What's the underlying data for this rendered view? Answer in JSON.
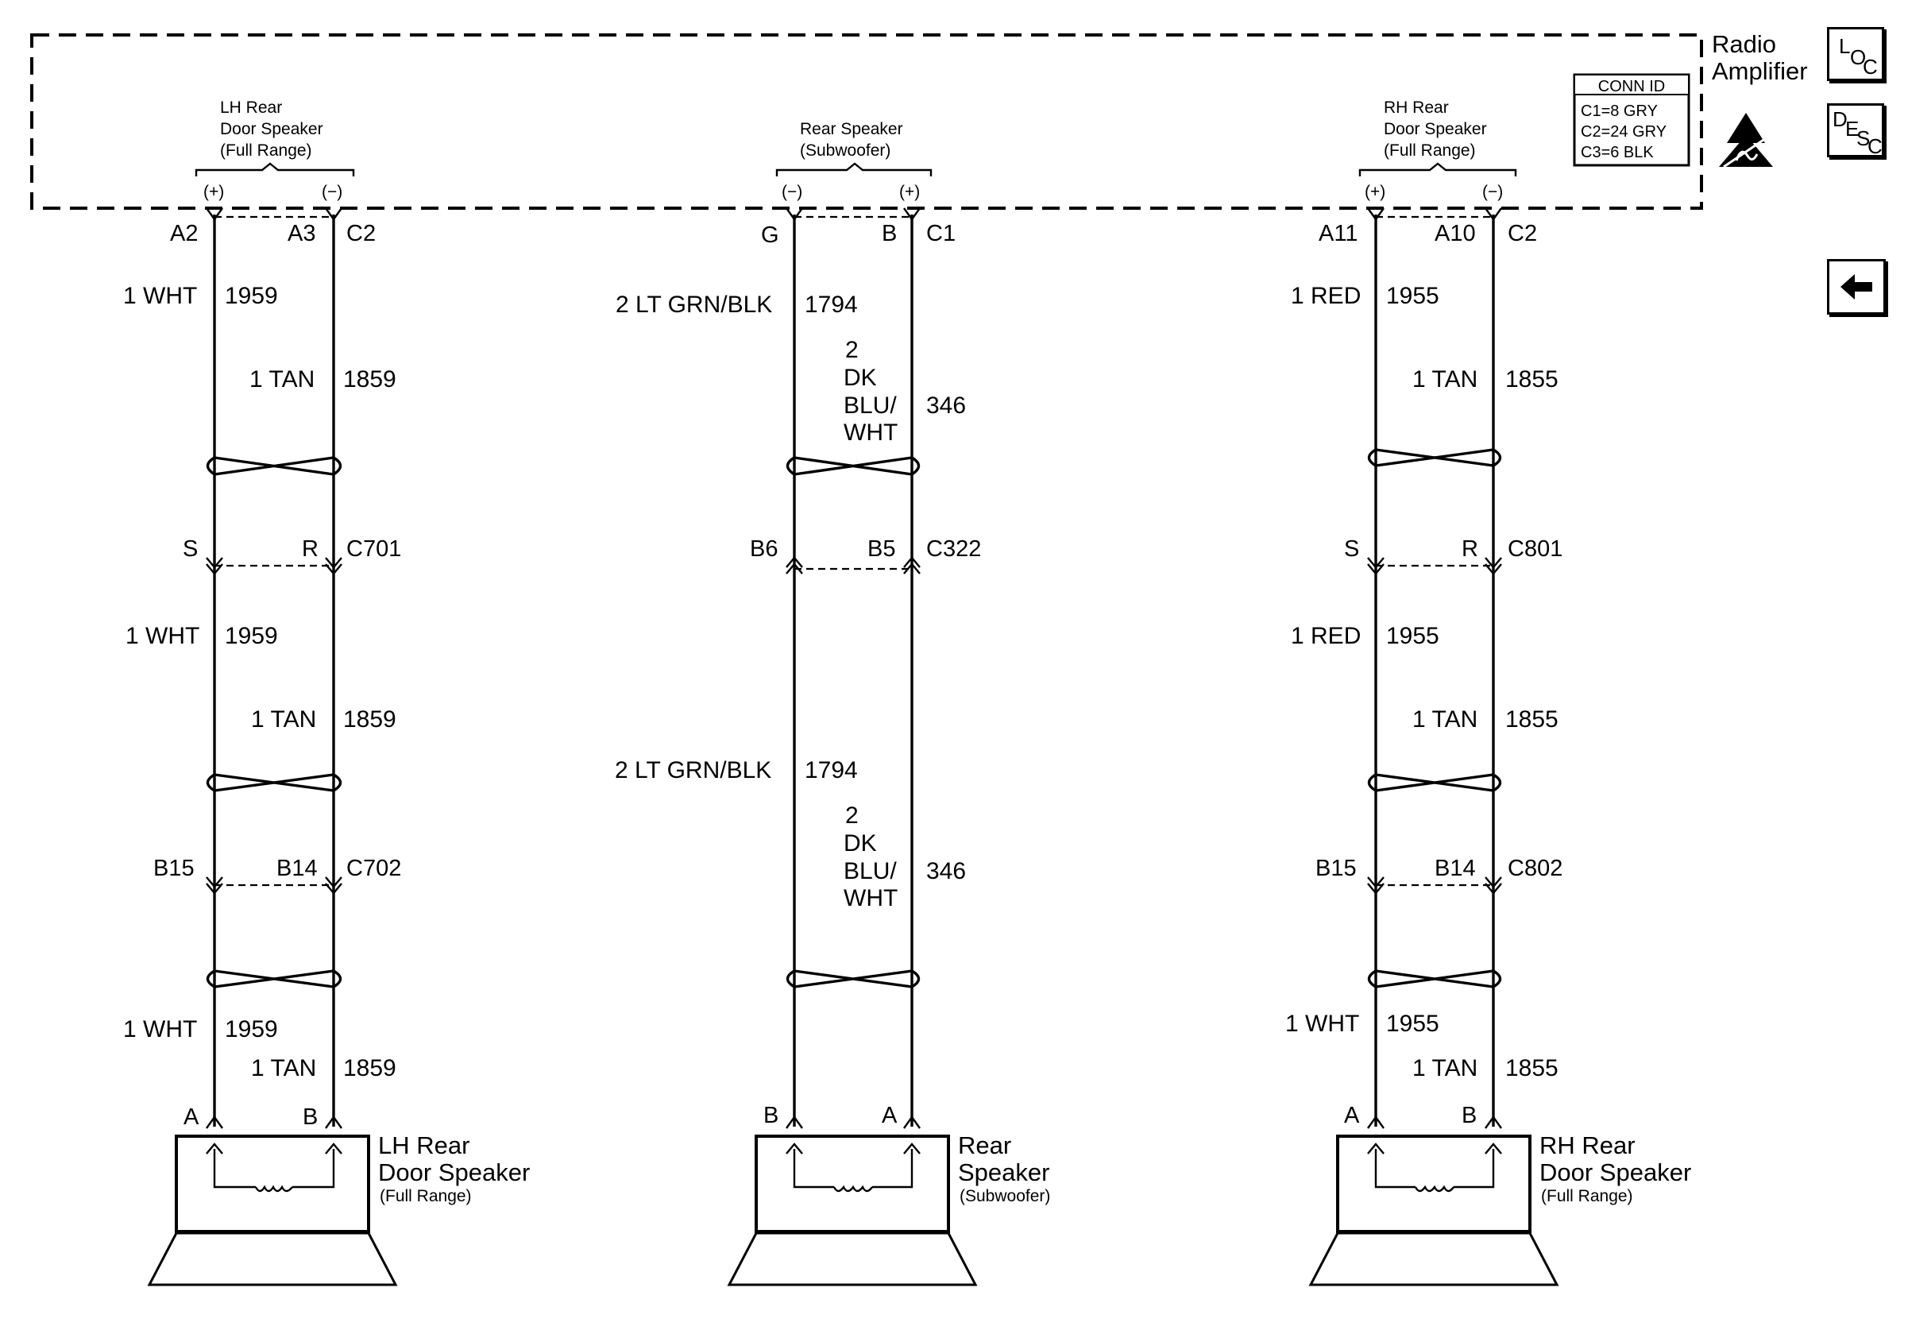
{
  "component": {
    "title_line1": "Radio",
    "title_line2": "Amplifier"
  },
  "conn_id": {
    "header": "CONN ID",
    "rows": [
      "C1=8 GRY",
      "C2=24 GRY",
      "C3=6 BLK"
    ]
  },
  "nav": {
    "loc": {
      "l1": "L",
      "l2": "O",
      "l3": "C"
    },
    "desc": {
      "l1": "D",
      "l2": "E",
      "l3": "S",
      "l4": "C"
    },
    "back_icon": "left-arrow-icon"
  },
  "internal_labels": {
    "left": {
      "l1": "LH Rear",
      "l2": "Door Speaker",
      "l3": "(Full Range)",
      "pos": "(+)",
      "neg": "(−)"
    },
    "middle": {
      "l1": "Rear Speaker",
      "l2": "(Subwoofer)",
      "neg": "(−)",
      "pos": "(+)"
    },
    "right": {
      "l1": "RH Rear",
      "l2": "Door Speaker",
      "l3": "(Full Range)",
      "pos": "(+)",
      "neg": "(−)"
    }
  },
  "left": {
    "top_pins": {
      "a": "A2",
      "b": "A3",
      "conn": "C2"
    },
    "seg1": {
      "wire_a": "1 WHT",
      "circuit_a": "1959",
      "wire_b": "1 TAN",
      "circuit_b": "1859"
    },
    "c_mid": {
      "a": "S",
      "b": "R",
      "conn": "C701"
    },
    "seg2": {
      "wire_a": "1 WHT",
      "circuit_a": "1959",
      "wire_b": "1 TAN",
      "circuit_b": "1859"
    },
    "c_low": {
      "a": "B15",
      "b": "B14",
      "conn": "C702"
    },
    "seg3": {
      "wire_a": "1 WHT",
      "circuit_a": "1959",
      "wire_b": "1 TAN",
      "circuit_b": "1859"
    },
    "spk_pins": {
      "a": "A",
      "b": "B"
    },
    "speaker": {
      "l1": "LH Rear",
      "l2": "Door Speaker",
      "l3": "(Full Range)"
    }
  },
  "middle": {
    "top_pins": {
      "a": "G",
      "b": "B",
      "conn": "C1"
    },
    "seg1": {
      "wire_a": "2 LT GRN/BLK",
      "circuit_a": "1794",
      "wire_b1": "2",
      "wire_b2": "DK",
      "wire_b3": "BLU/",
      "wire_b4": "WHT",
      "circuit_b": "346"
    },
    "c_mid": {
      "a": "B6",
      "b": "B5",
      "conn": "C322"
    },
    "seg2": {
      "wire_a": "2 LT GRN/BLK",
      "circuit_a": "1794",
      "wire_b1": "2",
      "wire_b2": "DK",
      "wire_b3": "BLU/",
      "wire_b4": "WHT",
      "circuit_b": "346"
    },
    "spk_pins": {
      "a": "B",
      "b": "A"
    },
    "speaker": {
      "l1": "Rear",
      "l2": "Speaker",
      "l3": "(Subwoofer)"
    }
  },
  "right": {
    "top_pins": {
      "a": "A11",
      "b": "A10",
      "conn": "C2"
    },
    "seg1": {
      "wire_a": "1 RED",
      "circuit_a": "1955",
      "wire_b": "1 TAN",
      "circuit_b": "1855"
    },
    "c_mid": {
      "a": "S",
      "b": "R",
      "conn": "C801"
    },
    "seg2": {
      "wire_a": "1 RED",
      "circuit_a": "1955",
      "wire_b": "1 TAN",
      "circuit_b": "1855"
    },
    "c_low": {
      "a": "B15",
      "b": "B14",
      "conn": "C802"
    },
    "seg3": {
      "wire_a": "1 WHT",
      "circuit_a": "1955",
      "wire_b": "1 TAN",
      "circuit_b": "1855"
    },
    "spk_pins": {
      "a": "A",
      "b": "B"
    },
    "speaker": {
      "l1": "RH Rear",
      "l2": "Door Speaker",
      "l3": "(Full Range)"
    }
  },
  "esd_icon": "esd-warning-icon"
}
